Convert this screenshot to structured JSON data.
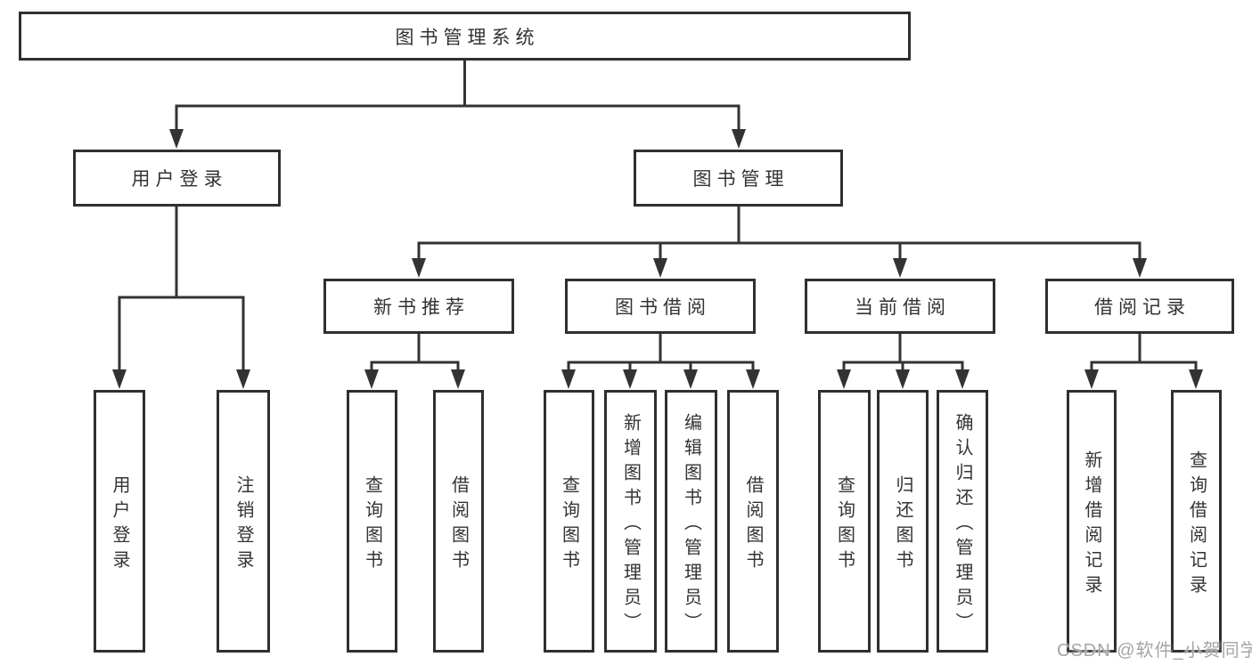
{
  "diagram_type": "hierarchy-tree",
  "colors": {
    "line": "#333333",
    "box_border": "#2f2f2f",
    "box_fill": "#ffffff",
    "text": "#333333",
    "watermark": "#a5a5a5"
  },
  "tree": {
    "label": "图书管理系统",
    "children": [
      {
        "label": "用户登录",
        "children": [
          {
            "label": "用户登录"
          },
          {
            "label": "注销登录"
          }
        ]
      },
      {
        "label": "图书管理",
        "children": [
          {
            "label": "新书推荐",
            "children": [
              {
                "label": "查询图书"
              },
              {
                "label": "借阅图书"
              }
            ]
          },
          {
            "label": "图书借阅",
            "children": [
              {
                "label": "查询图书"
              },
              {
                "label": "新增图书（管理员）"
              },
              {
                "label": "编辑图书（管理员）"
              },
              {
                "label": "借阅图书"
              }
            ]
          },
          {
            "label": "当前借阅",
            "children": [
              {
                "label": "查询图书"
              },
              {
                "label": "归还图书"
              },
              {
                "label": "确认归还（管理员）"
              }
            ]
          },
          {
            "label": "借阅记录",
            "children": [
              {
                "label": "新增借阅记录"
              },
              {
                "label": "查询借阅记录"
              }
            ]
          }
        ]
      }
    ]
  },
  "watermark": {
    "text": "CSDN @软件_小贺同学"
  }
}
